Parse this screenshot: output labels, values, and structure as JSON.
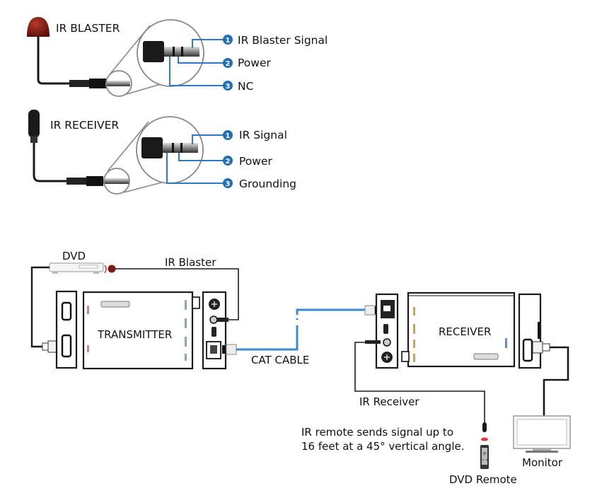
{
  "pinouts": [
    {
      "device": "IR BLASTER",
      "pins": [
        {
          "num": "1",
          "label": "IR Blaster Signal"
        },
        {
          "num": "2",
          "label": "Power"
        },
        {
          "num": "3",
          "label": "NC"
        }
      ]
    },
    {
      "device": "IR RECEIVER",
      "pins": [
        {
          "num": "1",
          "label": "IR Signal"
        },
        {
          "num": "2",
          "label": "Power"
        },
        {
          "num": "3",
          "label": "Grounding"
        }
      ]
    }
  ],
  "wiring": {
    "dvd_label": "DVD",
    "ir_blaster_label": "IR Blaster",
    "transmitter_label": "TRANSMITTER",
    "cat_cable_label": "CAT CABLE",
    "receiver_label": "RECEIVER",
    "ir_receiver_label": "IR Receiver",
    "note_line1": "IR remote sends signal up to",
    "note_line2": "16 feet at a 45° vertical angle.",
    "dvd_remote_label": "DVD Remote",
    "monitor_label": "Monitor"
  },
  "colors": {
    "pin_wire": "#2a7bc4",
    "badge": "#1f6fb8",
    "blaster_head": "#8b1a12",
    "cat_cable": "#3a8ad0"
  }
}
